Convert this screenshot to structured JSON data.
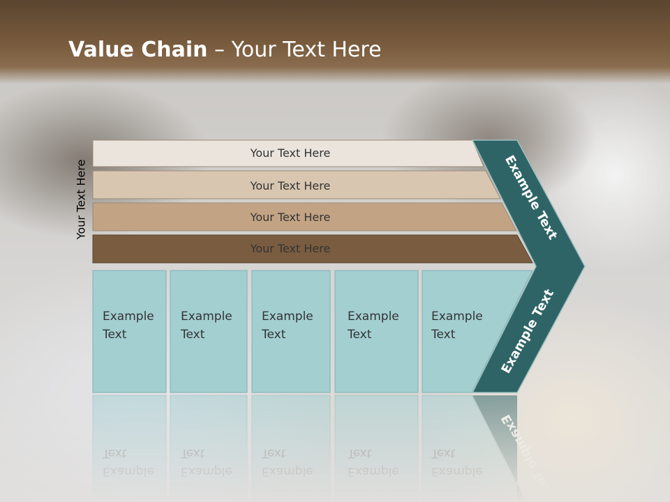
{
  "title": {
    "bold": "Value Chain",
    "rest": " – Your Text Here"
  },
  "side_label": "Your Text Here",
  "bars": [
    {
      "label": "Your Text Here",
      "color": "#eae4dc"
    },
    {
      "label": "Your Text Here",
      "color": "#d8c6b0"
    },
    {
      "label": "Your Text Here",
      "color": "#c2a383"
    },
    {
      "label": "Your Text Here",
      "color": "#7a5c40"
    }
  ],
  "boxes": [
    {
      "line1": "Example",
      "line2": "Text"
    },
    {
      "line1": "Example",
      "line2": "Text"
    },
    {
      "line1": "Example",
      "line2": "Text"
    },
    {
      "line1": "Example",
      "line2": "Text"
    },
    {
      "line1": "Example",
      "line2": "Text"
    }
  ],
  "chevron": {
    "upper_label": "Example Text",
    "lower_label": "Example Text",
    "color": "#2f6466"
  },
  "colors": {
    "box_fill": "#a3cfd1",
    "box_stroke": "#7fb1b4"
  }
}
